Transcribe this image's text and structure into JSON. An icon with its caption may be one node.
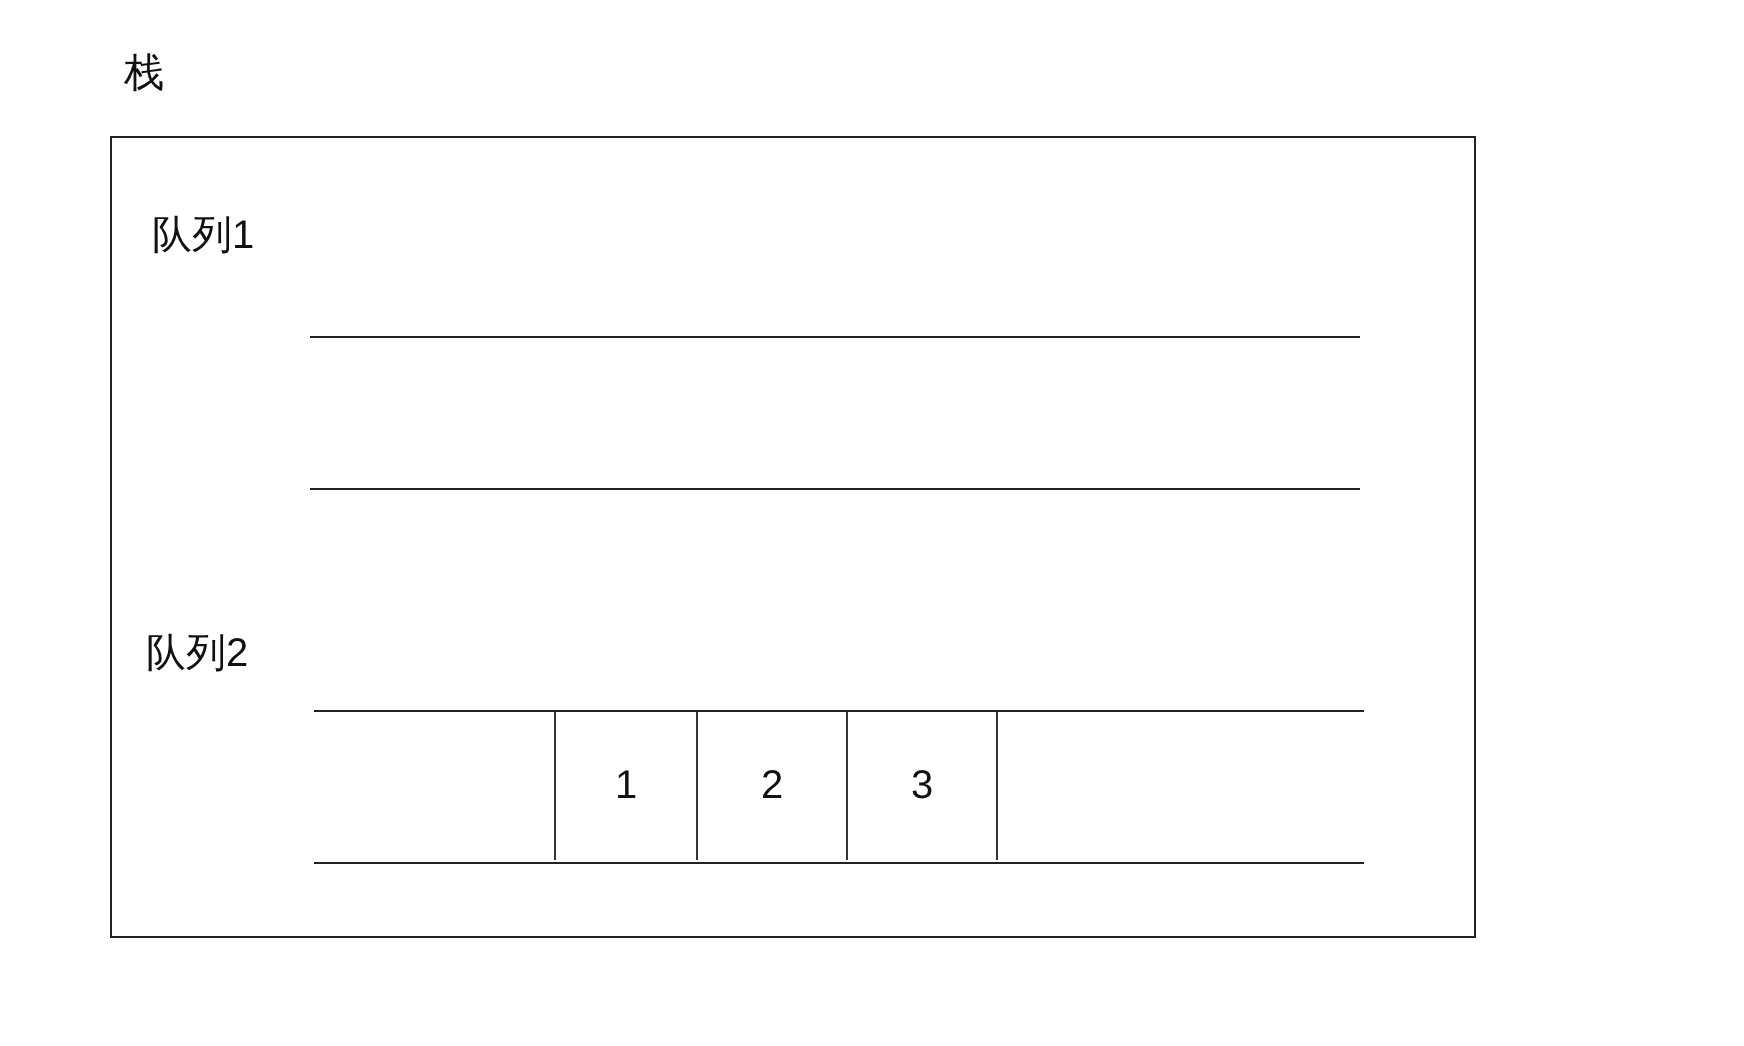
{
  "diagram": {
    "nodes": [
      {
        "text": [
          "栈"
        ]
      },
      {
        "text": [
          "队列1"
        ],
        "in": 0
      },
      {
        "text": [
          "队列2"
        ],
        "in": 0
      },
      {
        "text": [
          "1"
        ],
        "in": 2
      },
      {
        "text": [
          "2"
        ],
        "in": 2
      },
      {
        "text": [
          "3"
        ],
        "in": 2
      }
    ],
    "edges": []
  }
}
